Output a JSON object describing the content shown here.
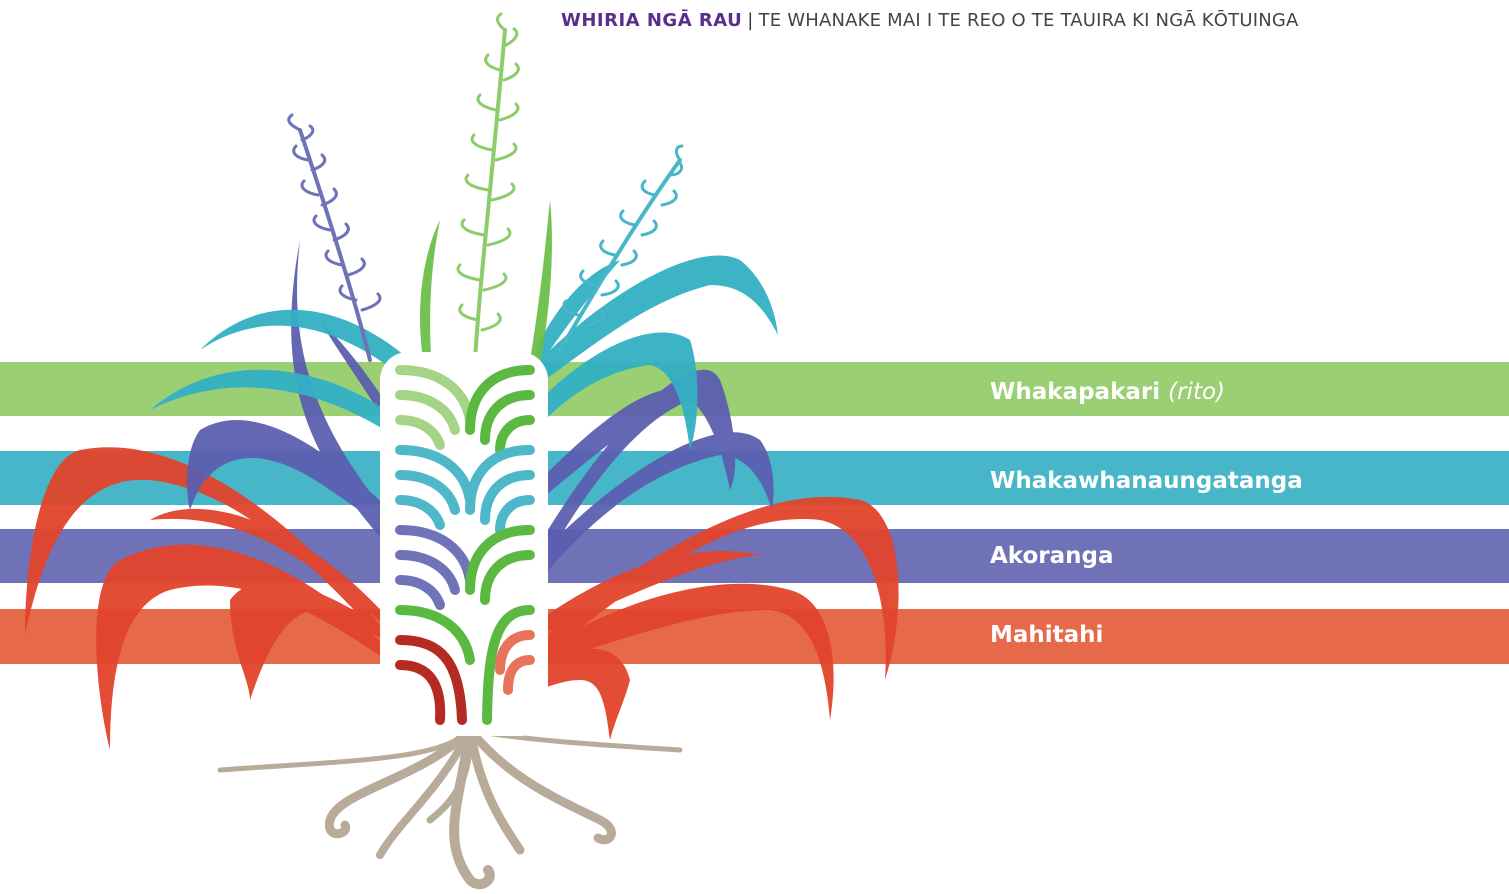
{
  "header": {
    "brand": "WHIRIA NGĀ RAU",
    "separator": "|",
    "subtitle": "TE WHANAKE MAI I TE REO O TE TAUIRA KI NGĀ KŌTUINGA"
  },
  "bands": [
    {
      "label": "Whakapakari",
      "note": "(rito)",
      "color": "#9bcf74"
    },
    {
      "label": "Whakawhanaungatanga",
      "note": "",
      "color": "#47b6c8"
    },
    {
      "label": "Akoranga",
      "note": "",
      "color": "#6f72b7"
    },
    {
      "label": "Mahitahi",
      "note": "",
      "color": "#e6694a"
    }
  ],
  "colors": {
    "red_leaf": "#e2442c",
    "cyan_leaf": "#33b0c4",
    "purple_leaf": "#5b5fb0",
    "green_leaf": "#6cbf4a",
    "roots": "#b8ab99",
    "dark_red": "#b52a23"
  },
  "icons": [
    "harakeke-flax-plant-illustration",
    "root-system",
    "flower-stalk"
  ]
}
